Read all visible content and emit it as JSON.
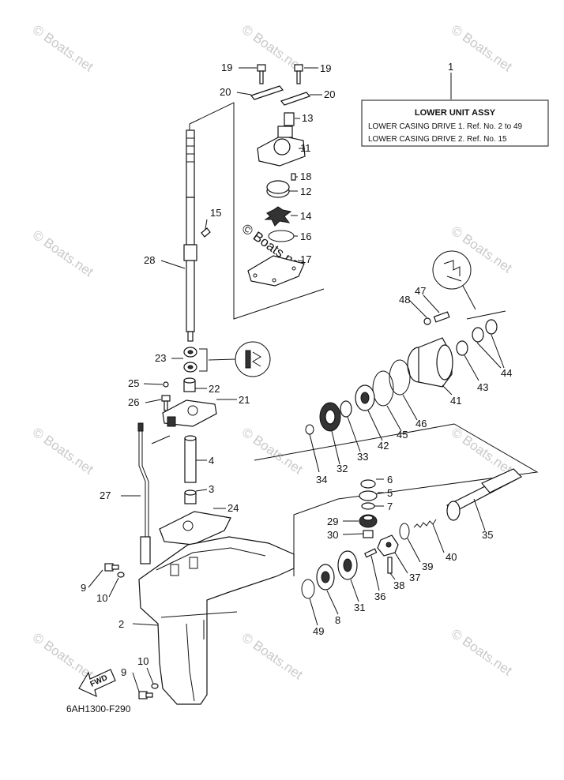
{
  "watermark": "© Boats.net",
  "copyright_mark": "© Boats.net",
  "diagram_code": "6AH1300-F290",
  "fwd_label": "FWD",
  "assy_box": {
    "ref": "1",
    "title": "LOWER UNIT ASSY",
    "rows": [
      "LOWER CASING DRIVE 1.  Ref. No. 2 to 49",
      "LOWER CASING DRIVE 2.  Ref. No. 15"
    ]
  },
  "callouts": [
    "19",
    "19",
    "20",
    "20",
    "13",
    "11",
    "18",
    "12",
    "15",
    "14",
    "16",
    "28",
    "17",
    "23",
    "25",
    "22",
    "26",
    "21",
    "4",
    "3",
    "27",
    "24",
    "9",
    "10",
    "2",
    "10",
    "9",
    "47",
    "48",
    "44",
    "43",
    "41",
    "46",
    "45",
    "42",
    "33",
    "32",
    "34",
    "6",
    "5",
    "7",
    "35",
    "29",
    "30",
    "40",
    "39",
    "37",
    "38",
    "36",
    "31",
    "8",
    "49"
  ]
}
